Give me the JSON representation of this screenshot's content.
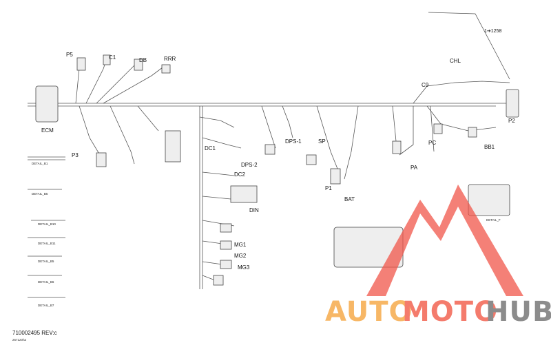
{
  "callout": "1➔1258",
  "part_number": "710002495 REV:c",
  "doc_code": "267120ha",
  "watermark": {
    "part1": "AUTO",
    "part2": "MOTO",
    "part3": "HUB"
  },
  "connectors": [
    "P5",
    "C1",
    "DB",
    "RRR",
    "ECM",
    "P3",
    "CHL",
    "C9",
    "P2",
    "SP",
    "MG1",
    "MG2",
    "MG3",
    "DPS-1",
    "DPS-2",
    "DC1",
    "DC2",
    "DIN",
    "P1",
    "BAT",
    "PC",
    "BB1",
    "PA"
  ],
  "details": [
    "DETAIL_B1",
    "DETAIL_B5",
    "DETAIL_B10",
    "DETAIL_B11",
    "DETAIL_B5",
    "DETAIL_B6",
    "DETAIL_B7",
    "DETAIL_F"
  ],
  "colors": {
    "line": "#555555",
    "watermark_red": "#f0564a",
    "watermark_orange": "#f7b766",
    "watermark_grey": "#8c8c8c"
  }
}
